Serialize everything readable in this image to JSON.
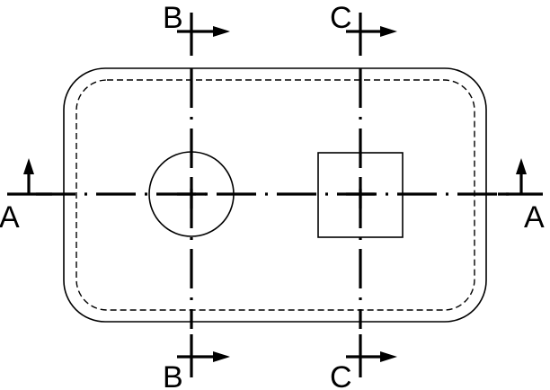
{
  "section_labels": {
    "a_left": "A",
    "a_right": "A",
    "b_top": "B",
    "b_bottom": "B",
    "c_top": "C",
    "c_bottom": "C"
  }
}
